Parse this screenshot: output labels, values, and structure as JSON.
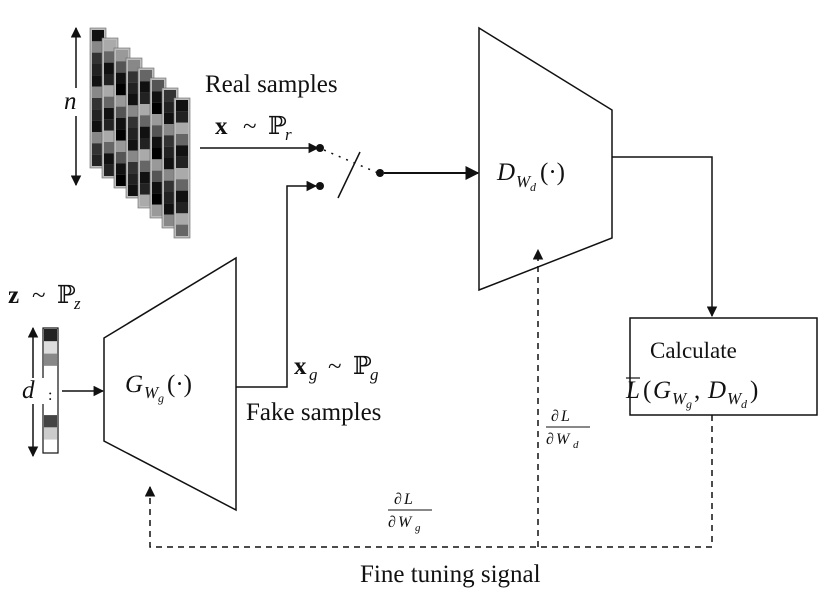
{
  "labels": {
    "real_samples": "Real samples",
    "real_dist": "x ~ ℙr",
    "n": "n",
    "z_dist": "z ~ ℙz",
    "d": "d",
    "vector_dots": ":",
    "generator": "GWg(·)",
    "discriminator": "DWd(·)",
    "fake_dist": "xg ~ ℙg",
    "fake_samples": "Fake samples",
    "calculate": "Calculate",
    "loss": "L̃(GWg, DWd)",
    "grad_d": "∂L / ∂Wd",
    "grad_g": "∂L / ∂Wg",
    "fine_tuning": "Fine tuning signal"
  },
  "math_parts": {
    "x": "x",
    "sim": "~",
    "P": "ℙ",
    "r": "r",
    "z": "z",
    "g": "g",
    "G": "G",
    "D": "D",
    "W": "W",
    "dsub": "d",
    "paren": "(·)",
    "L": "L",
    "lp": "(",
    "comma": ",",
    "rp": ")",
    "partial": "∂"
  }
}
